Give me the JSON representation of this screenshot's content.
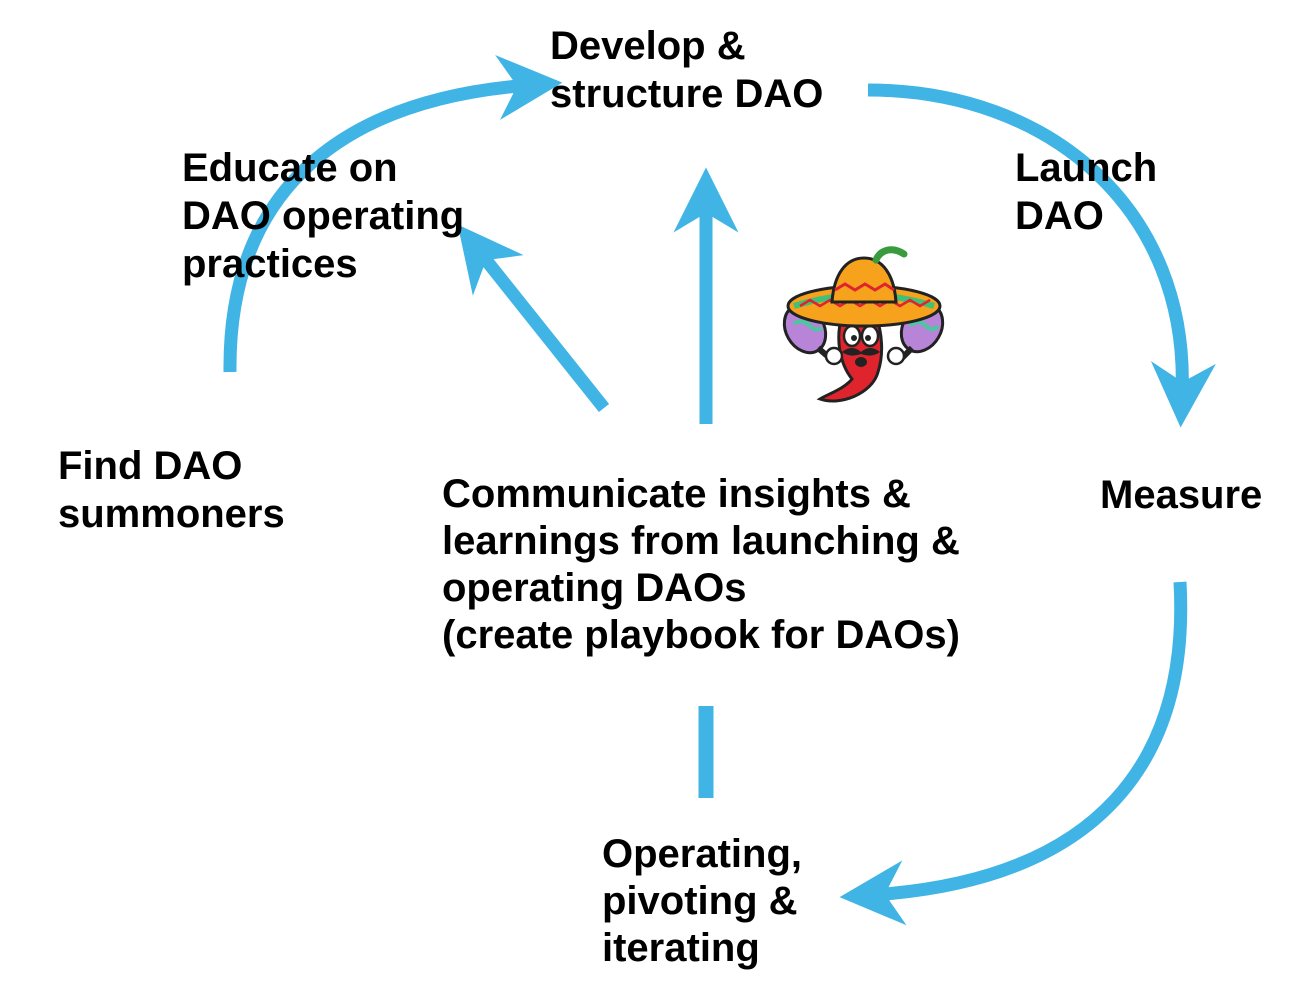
{
  "colors": {
    "arrow": "#3fb4e5",
    "text": "#000000",
    "background": "#ffffff"
  },
  "nodes": {
    "develop": {
      "lines": [
        "Develop &",
        "structure DAO"
      ]
    },
    "educate": {
      "lines": [
        "Educate on",
        "DAO operating",
        "practices"
      ]
    },
    "launch": {
      "lines": [
        "Launch",
        "DAO"
      ]
    },
    "find": {
      "lines": [
        "Find DAO",
        "summoners"
      ]
    },
    "communicate": {
      "lines": [
        "Communicate insights &",
        "learnings from launching &",
        "operating DAOs",
        "(create playbook for DAOs)"
      ]
    },
    "measure": {
      "lines": [
        "Measure"
      ]
    },
    "operating": {
      "lines": [
        "Operating,",
        "pivoting &",
        "iterating"
      ]
    }
  },
  "mascot": {
    "icon": "chili-pepper-mascot-icon"
  }
}
